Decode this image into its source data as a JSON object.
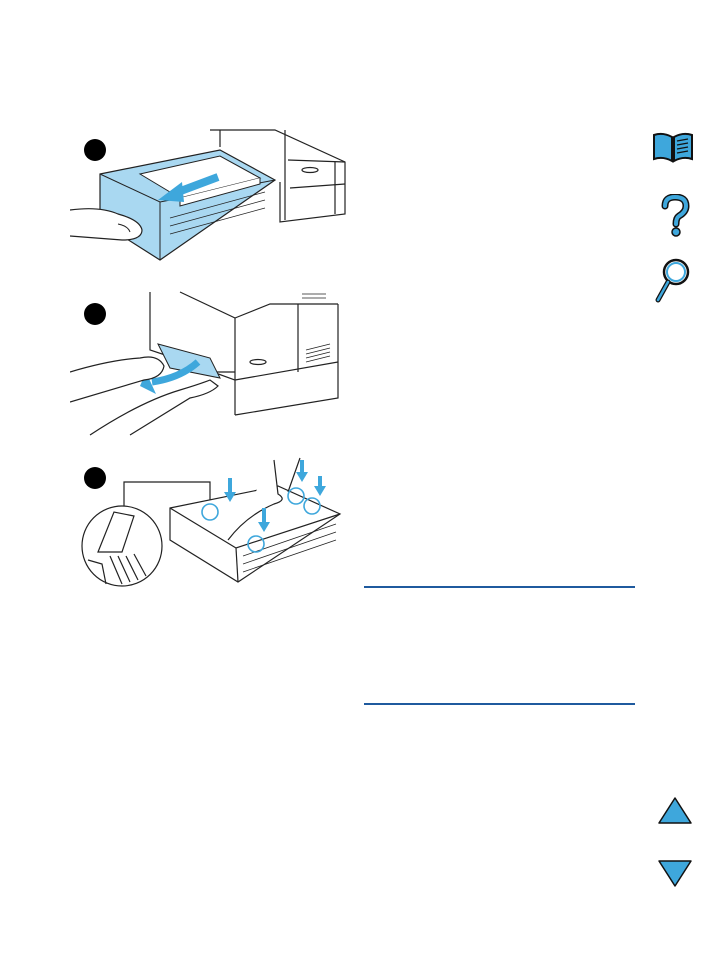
{
  "steps": [
    {
      "name": "step-1",
      "action": "pull-tray-out"
    },
    {
      "name": "step-2",
      "action": "remove-jammed-paper"
    },
    {
      "name": "step-3",
      "action": "press-paper-down-under-tabs"
    }
  ],
  "nav": {
    "icons": [
      "book-icon",
      "help-question-icon",
      "magnifier-search-icon",
      "page-up-arrow-icon",
      "page-down-arrow-icon"
    ]
  },
  "colors": {
    "accent": "#3ea7dc",
    "tray_fill": "#a9d8f1",
    "rule": "#1f5a9e",
    "line": "#222222"
  }
}
